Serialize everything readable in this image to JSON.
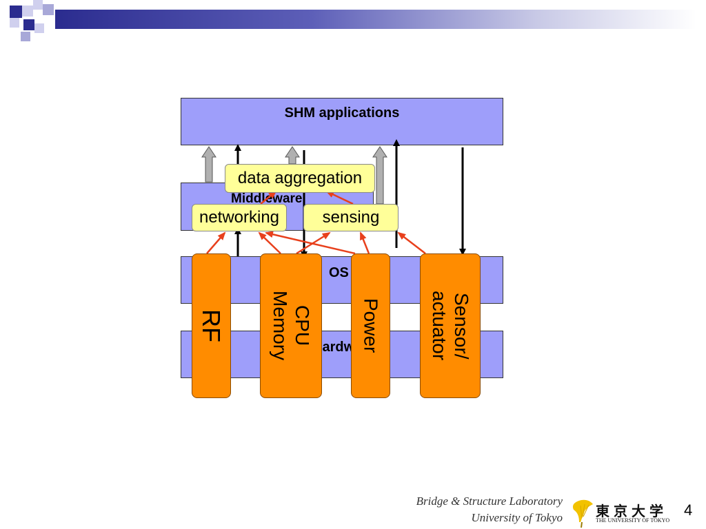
{
  "layers": {
    "shm": "SHM applications",
    "middleware": "Middleware",
    "os": "OS",
    "hardware": "Hardware"
  },
  "modules": {
    "data_aggregation": "data aggregation",
    "networking": "networking",
    "sensing": "sensing"
  },
  "components": {
    "rf": "RF",
    "cpu_memory": "CPU\nMemory",
    "power": "Power",
    "sensor_actuator": "Sensor/\nactuator"
  },
  "footer": {
    "lab": "Bridge & Structure Laboratory",
    "university": "University of Tokyo",
    "logo_jp": "東京大学",
    "logo_en": "THE UNIVERSITY OF TOKYO"
  },
  "page_number": "4",
  "colors": {
    "layer_fill": "#9e9efa",
    "module_fill": "#ffff99",
    "component_fill": "#ff8c00",
    "arrow_red": "#e8401c",
    "header_navy": "#2b2c8f"
  }
}
